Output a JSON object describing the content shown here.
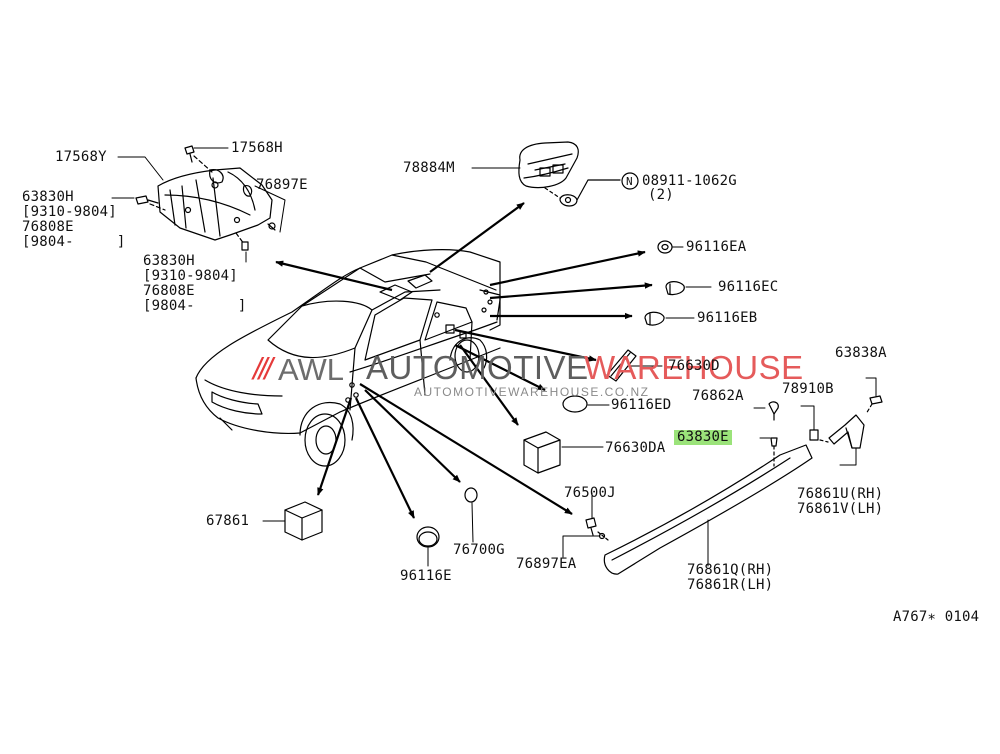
{
  "labels": {
    "p17568Y": "17568Y",
    "p17568H": "17568H",
    "p76897E": "76897E",
    "p63830H_a": "63830H",
    "p9310_9804_a": "[9310-9804]",
    "p76808E_a": "76808E",
    "p9804_a": "[9804-     ]",
    "p63830H_b": "63830H",
    "p9310_9804_b": "[9310-9804]",
    "p76808E_b": "76808E",
    "p9804_b": "[9804-     ]",
    "p78884M": "78884M",
    "pN": "N",
    "p08911": "08911-1062G",
    "p08911_qty": "(2)",
    "p96116EA": "96116EA",
    "p96116EC": "96116EC",
    "p96116EB": "96116EB",
    "p76630D": "76630D",
    "p96116ED": "96116ED",
    "p76630DA": "76630DA",
    "p63838A": "63838A",
    "p78910B": "78910B",
    "p76862A": "76862A",
    "p63830E": "63830E",
    "p76861U": "76861U(RH)",
    "p76861V": "76861V(LH)",
    "p76500J": "76500J",
    "p76897EA": "76897EA",
    "p76861Q": "76861Q(RH)",
    "p76861R": "76861R(LH)",
    "p67861": "67861",
    "p76700G": "76700G",
    "p96116E": "96116E",
    "drawing_id": "A767∗ 0104"
  },
  "watermark": {
    "prefix": "///",
    "awl": "AWL",
    "automotive": "AUTOMOTIVE",
    "warehouse": "WAREHOUSE",
    "url": "AUTOMOTIVEWAREHOUSE.CO.NZ"
  },
  "colors": {
    "highlight": "#9be37a",
    "watermark_red": "#e55b5b",
    "watermark_gray": "#5e5e5e"
  }
}
